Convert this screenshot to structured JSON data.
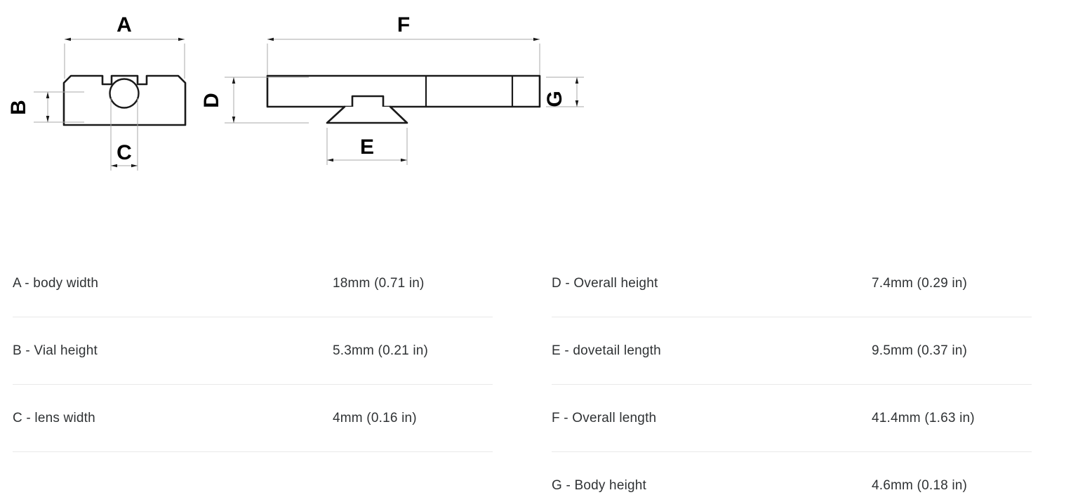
{
  "drawing": {
    "title": "dimensioned-technical-drawing",
    "line_color": "#1a1a1a",
    "dimension_color": "#9a9a9a",
    "label_color": "#000000",
    "views": [
      {
        "name": "cross-section-end-view",
        "labels": [
          "A",
          "B",
          "C"
        ]
      },
      {
        "name": "side-profile-view",
        "labels": [
          "D",
          "E",
          "F",
          "G"
        ]
      }
    ],
    "callouts": {
      "a": "A",
      "b": "B",
      "c": "C",
      "d": "D",
      "e": "E",
      "f": "F",
      "g": "G"
    }
  },
  "specs": {
    "left_column": [
      {
        "label": "A - body width",
        "value": "18mm (0.71 in)"
      },
      {
        "label": "B - Vial height",
        "value": "5.3mm (0.21 in)"
      },
      {
        "label": "C - lens width",
        "value": "4mm (0.16 in)"
      }
    ],
    "right_column": [
      {
        "label": "D - Overall height",
        "value": "7.4mm (0.29 in)"
      },
      {
        "label": "E - dovetail length",
        "value": "9.5mm (0.37 in)"
      },
      {
        "label": "F - Overall length",
        "value": "41.4mm (1.63 in)"
      },
      {
        "label": "G - Body height",
        "value": "4.6mm (0.18 in)"
      }
    ]
  }
}
